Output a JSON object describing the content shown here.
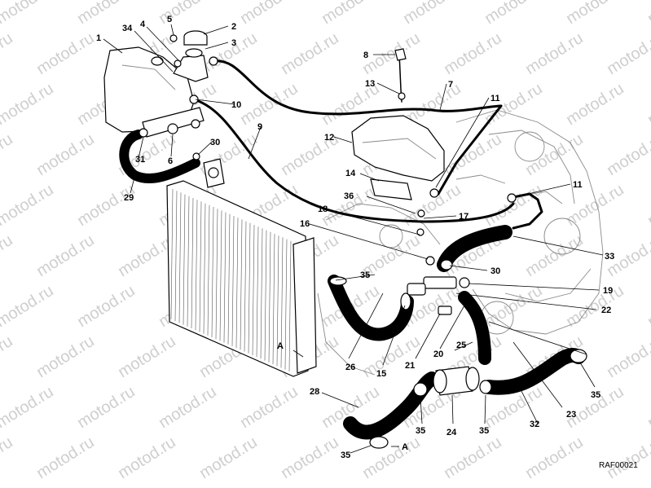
{
  "watermark": {
    "text": "motod.ru"
  },
  "figure_code": "RAF00021",
  "callouts": [
    {
      "id": "c1",
      "label": "1"
    },
    {
      "id": "c2",
      "label": "2"
    },
    {
      "id": "c3",
      "label": "3"
    },
    {
      "id": "c4",
      "label": "4"
    },
    {
      "id": "c5",
      "label": "5"
    },
    {
      "id": "c6",
      "label": "6"
    },
    {
      "id": "c7",
      "label": "7"
    },
    {
      "id": "c8",
      "label": "8"
    },
    {
      "id": "c9",
      "label": "9"
    },
    {
      "id": "c10",
      "label": "10"
    },
    {
      "id": "c11a",
      "label": "11"
    },
    {
      "id": "c11b",
      "label": "11"
    },
    {
      "id": "c12",
      "label": "12"
    },
    {
      "id": "c13",
      "label": "13"
    },
    {
      "id": "c14",
      "label": "14"
    },
    {
      "id": "c15",
      "label": "15"
    },
    {
      "id": "c16",
      "label": "16"
    },
    {
      "id": "c17",
      "label": "17"
    },
    {
      "id": "c18",
      "label": "18"
    },
    {
      "id": "c19",
      "label": "19"
    },
    {
      "id": "c20",
      "label": "20"
    },
    {
      "id": "c21",
      "label": "21"
    },
    {
      "id": "c22",
      "label": "22"
    },
    {
      "id": "c23",
      "label": "23"
    },
    {
      "id": "c24",
      "label": "24"
    },
    {
      "id": "c25",
      "label": "25"
    },
    {
      "id": "c26",
      "label": "26"
    },
    {
      "id": "c28",
      "label": "28"
    },
    {
      "id": "c29",
      "label": "29"
    },
    {
      "id": "c30a",
      "label": "30"
    },
    {
      "id": "c30b",
      "label": "30"
    },
    {
      "id": "c31",
      "label": "31"
    },
    {
      "id": "c32",
      "label": "32"
    },
    {
      "id": "c33",
      "label": "33"
    },
    {
      "id": "c34",
      "label": "34"
    },
    {
      "id": "c35a",
      "label": "35"
    },
    {
      "id": "c35b",
      "label": "35"
    },
    {
      "id": "c35c",
      "label": "35"
    },
    {
      "id": "c35d",
      "label": "35"
    },
    {
      "id": "c35e",
      "label": "35"
    },
    {
      "id": "c36",
      "label": "36"
    },
    {
      "id": "cA1",
      "label": "A"
    },
    {
      "id": "cA2",
      "label": "A"
    }
  ]
}
